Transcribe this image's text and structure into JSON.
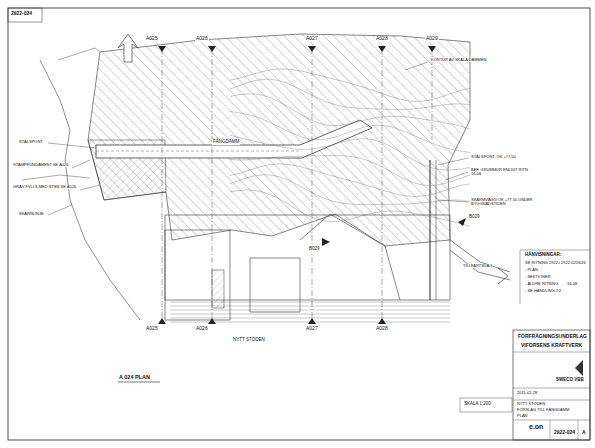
{
  "diagram": {
    "labels": [
      "2922-024",
      "A025",
      "A026",
      "A027",
      "A028",
      "A029",
      "KONTUR AV SKALA DAMMEN",
      "STÅLSPONT",
      "STÄMPFUNDAMENT SE A026",
      "GRÄV FYLLS MED STEN SE A026",
      "SKÄRNLINJE",
      "FÅNGDAMM",
      "STÅLSPONT, ÖK +77,50",
      "BEF. GRUMMUR ENLIGT RITN 16-08",
      "SKÄRMVÄGG ÖK +77,50 UNDER BYGGNADSTIDEN",
      "B029",
      "B029",
      "TILLFARTSVÄG",
      "A025",
      "A026",
      "A027",
      "A028",
      "NYTT STÖDEN",
      "A 024 PLAN",
      "HÄNVISNINGAR:",
      "SE RITNING 2922-007",
      "- PLAN",
      "- SEKTIONER",
      "- ÄLDRE RITNING",
      "- SE HANDLING 7:2",
      "2922-025/026",
      "16-08",
      "FÖRFRÅGNINGSUNDERLAG",
      "VIFORSENS KRAFTVERK",
      "SWECO VBB",
      "2011-02-28",
      "NYTT STÖDEN",
      "FÖRSLAG TILL FÅNGDAMM",
      "PLAN",
      "SKALA 1:200",
      "e.on",
      "2922-024",
      "A"
    ]
  }
}
